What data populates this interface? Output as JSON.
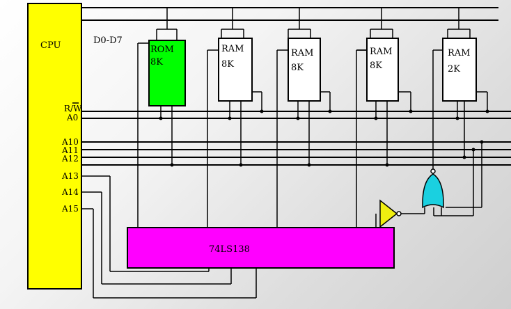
{
  "cpu": {
    "label": "CPU",
    "pins": [
      "R/W",
      "A0",
      "A10",
      "A11",
      "A12",
      "A13",
      "A14",
      "A15"
    ],
    "color": "#ffff00"
  },
  "bus": {
    "label": "D0-D7"
  },
  "chips": [
    {
      "type": "ROM",
      "size": "8K",
      "color": "#00ff00"
    },
    {
      "type": "RAM",
      "size": "8K",
      "color": "#ffffff"
    },
    {
      "type": "RAM",
      "size": "8K",
      "color": "#ffffff"
    },
    {
      "type": "RAM",
      "size": "8K",
      "color": "#ffffff"
    },
    {
      "type": "RAM",
      "size": "2K",
      "color": "#ffffff"
    }
  ],
  "decoder": {
    "label": "74LS138",
    "color": "#ff00ff"
  },
  "gates": {
    "inverter_color": "#f0ee10",
    "or_gate_color": "#1ad0e0"
  }
}
